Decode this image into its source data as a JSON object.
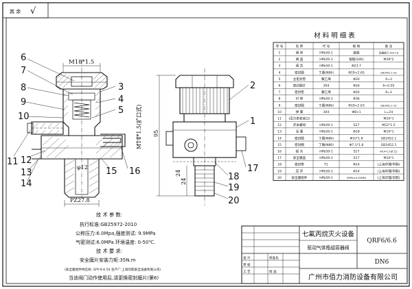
{
  "corner_stamp": {
    "label": "其 余",
    "mark": "√"
  },
  "callouts": {
    "left": [
      "6",
      "7",
      "8",
      "9",
      "10",
      "11",
      "12",
      "13",
      "14",
      "3",
      "4",
      "5",
      "15",
      "16"
    ],
    "right": [
      "2",
      "1",
      "18",
      "19",
      "20",
      "17"
    ]
  },
  "dims": {
    "thread_top": "M18*1.5",
    "thread_side": "M14*1.5(扩口式)",
    "phi12": "φ12",
    "pz": "PZ27.8",
    "h95": "95",
    "h24": "24",
    "h24b": "24"
  },
  "bom": {
    "title": "材 料 明 细 表",
    "headers": [
      "序 号",
      "名 称",
      "代 号",
      "规 格",
      "备 注"
    ],
    "rows": [
      [
        "1",
        "阀 体",
        "HPb59-1",
        "锻锻",
        "容器接口 PZ27.8"
      ],
      [
        "2",
        "阀 盖",
        "HPb59-1",
        "锻锻(S46)",
        "M39*2"
      ],
      [
        "3",
        "阀 芯",
        "HPb59-1",
        "Φ23.7",
        ""
      ],
      [
        "4",
        "密封圈",
        "丁腈(N86)",
        "Φ19×2.65",
        "GB3452.1-92"
      ],
      [
        "5",
        "主密封垫",
        "聚乙烯",
        "Φ20",
        "δ=3"
      ],
      [
        "6",
        "密封圈片",
        "304",
        "Φ26",
        "δ=0.05"
      ],
      [
        "7",
        "密封垫",
        "聚乙烯",
        "Φ26",
        "δ=3"
      ],
      [
        "8",
        "衬 垫",
        "HPb59-1",
        "Φ36",
        ""
      ],
      [
        "9",
        "密封圈",
        "丁腈(N86)",
        "Φ19×2.63",
        "GB3452.1-92"
      ],
      [
        "10",
        "弹 簧",
        "304",
        "Φ8×1",
        "L=24"
      ],
      [
        "11",
        "(压力表安装口)",
        "",
        "",
        "M10*1"
      ],
      [
        "12",
        "开关螺母",
        "HPb59-1",
        "S27",
        "M22*1.5"
      ],
      [
        "13",
        "活 塞",
        "HPb59-1",
        "Φ18",
        "M10*1"
      ],
      [
        "14",
        "密封圈",
        "丁腈(N86)",
        "Φ10*1.8",
        "GB3452.1"
      ],
      [
        "15",
        "密封圈",
        "丁腈(N86)",
        "Φ7.1*1.8",
        "GB3452.1"
      ],
      [
        "16",
        "接 头",
        "HPb59-1",
        "S17",
        "M14*1.5(扩口)"
      ],
      [
        "17",
        "安全膜盖",
        "HPb59-1",
        "S17",
        "M10*1"
      ],
      [
        "18",
        "密封垫",
        "T1",
        "Φ14",
        "(上海华理/华鸥)"
      ],
      [
        "19",
        "压 环",
        "HPb59-1",
        "Φ14",
        "(上海华理/华鸥)"
      ],
      [
        "20",
        "安全膜组件",
        "HPb59-1",
        "9MPa±0.45MPa",
        "(上海华理/华鸥)"
      ]
    ]
  },
  "tech": {
    "title": "技 术 参 数:",
    "lines": [
      "执行标准:GB25972-2010",
      "公称压力:6.0Mpa,强度测试: 9.9MPa",
      "气密测试:6.0MPa    环境温度: 0-50℃."
    ],
    "req_title": "技 术 要 求:",
    "req_lines": [
      "安全膜片安装力矩:35N.m"
    ],
    "small_note": "(安全膜组件供应商: GPY-9-6.5S 生产厂:上海华鸥安全设备有限公司)",
    "final_note": "当该阀门动作使用后,请更换密封膜片(第6)"
  },
  "title_block": {
    "product": "七氟丙烷灭火设备",
    "code": "QRF6/6.6",
    "part_name": "驱动气体瓶组容器阀",
    "size": "DN6",
    "company": "广州市佰力消防设备有限公司",
    "small_labels": [
      "设 计",
      "标准化",
      "审 核",
      "工 艺",
      "批 准"
    ]
  }
}
